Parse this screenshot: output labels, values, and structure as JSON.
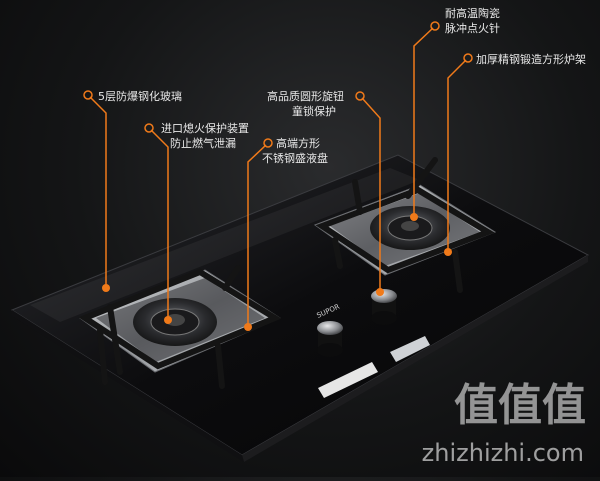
{
  "callouts": [
    {
      "id": "glass",
      "text": "5层防爆钢化玻璃"
    },
    {
      "id": "flame",
      "line1": "进口熄火保护装置",
      "line2": "防止燃气泄漏"
    },
    {
      "id": "tray",
      "line1": "高端方形",
      "line2": "不锈钢盛液盘"
    },
    {
      "id": "knob",
      "line1": "高品质圆形旋钮",
      "line2": "童锁保护"
    },
    {
      "id": "igniter",
      "line1": "耐高温陶瓷",
      "line2": "脉冲点火针"
    },
    {
      "id": "rack",
      "text": "加厚精钢锻造方形炉架"
    }
  ],
  "brand": "SUPOR",
  "watermark": {
    "title": "值值值",
    "url": "zhizhizhi.com"
  },
  "colors": {
    "accent": "#f07a1a",
    "glass": "#0d0d0f",
    "steel": "#b9bcc0"
  }
}
